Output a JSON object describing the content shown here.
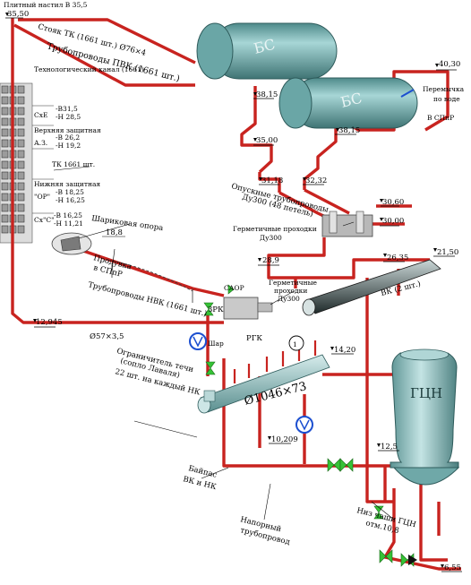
{
  "colors": {
    "pipe": "#c8231f",
    "tank": "#7fbcbc",
    "tank_dark": "#4e8a8a",
    "valve": "#36c236",
    "pump_blue": "#1c4fd0",
    "vk_pipe": "#2d3a3a",
    "panel": "#8a8a8a"
  },
  "labels": {
    "top_left_mark": "Плитный настил В 35,5",
    "elev_3550": "35,50",
    "stok_tk": "Стояк ТК (1661 шт.) Ø76×4",
    "pvk": "Трубопроводы ПВК (1661 шт.)",
    "tech_canal": "Технологический канал (1661)",
    "sxe": "СхЕ",
    "sxe_b": "-В31,5",
    "sxe_h": "-Н 28,5",
    "upper_shield": "Верхняя защитная",
    "az": "А.З.",
    "az_b": "-В 26,2",
    "az_h": "-Н 19,2",
    "tk1661": "ТК 1661 шт.",
    "lower_shield": "Нижняя защитная",
    "or": "\"ОР\"",
    "or_b": "-В 18,25",
    "or_h": "-Н 16,25",
    "sxc": "Сх\"С\"",
    "sxc_b": "-В 16,25",
    "sxc_h": "-Н 11,21",
    "bs1": "БС",
    "bs2": "БС",
    "elev_4030": "40,30",
    "peremychka": "Перемычка",
    "po_vode": "по воде",
    "v_spr_right": "В СПпР",
    "elev_3815a": "38,15",
    "elev_3815b": "38,15",
    "elev_3500": "35,00",
    "elev_3118": "31,18",
    "elev_3232": "32,32",
    "opusk1": "Опускные трубопроводы",
    "opusk2": "Ду300 (48 петель)",
    "elev_3060": "30,60",
    "elev_3000": "30,00",
    "herm1a": "Герметичные проходки",
    "herm1b": "Ду300",
    "elev_289": "28,9",
    "herm2a": "Герметичные",
    "herm2b": "проходки",
    "herm2c": "Ду300",
    "elev_2635": "26,35",
    "elev_2150": "21,50",
    "vk": "ВК (2 шт.)",
    "shar_opora": "Шариковая опора",
    "elev_188": "18,8",
    "produvka1": "Продувка",
    "produvka2": "в СПпР",
    "nvk": "Трубопроводы НВК (1661 шт.)",
    "saor": "САОР",
    "zrk": "ЗРК",
    "elev_12945": "12,945",
    "d57": "Ø57×3,5",
    "shar": "Шар",
    "rgk": "РГК",
    "circle1": "1",
    "elev_1420": "14,20",
    "ogr1": "Ограничитель течи",
    "ogr2": "(сопло Лаваля)",
    "ogr3": "22 шт. на каждый НК",
    "d1046": "Ø1046×73",
    "gcn": "ГЦН",
    "elev_10209": "10,209",
    "elev_125": "12,5",
    "bypass1": "Байпас",
    "bypass2": "ВК и НК",
    "niz1": "Низ чаши ГЦН",
    "niz2": "отм.10,8",
    "napor1": "Напорный",
    "napor2": "трубопровод",
    "elev_655": "6,55"
  }
}
